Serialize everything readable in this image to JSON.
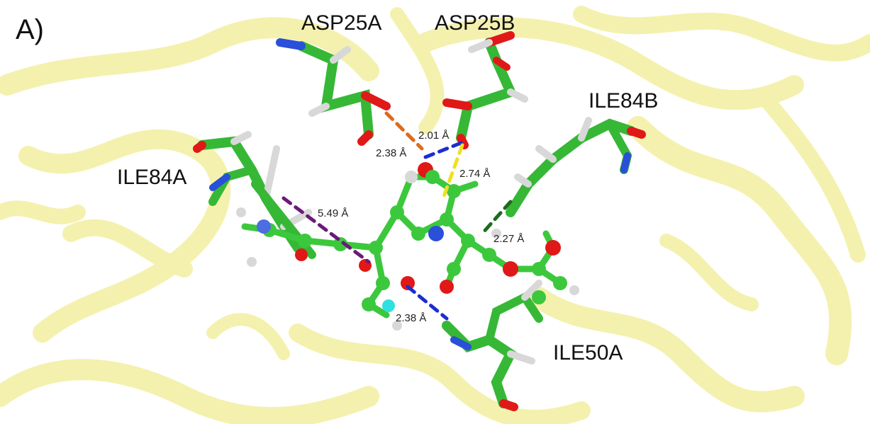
{
  "panel_label": "A)",
  "residues": {
    "asp25a": "ASP25A",
    "asp25b": "ASP25B",
    "ile84a": "ILE84A",
    "ile84b": "ILE84B",
    "ile50a": "ILE50A"
  },
  "distances": {
    "d_201": "2.01 Å",
    "d_238_top": "2.38 Å",
    "d_274": "2.74 Å",
    "d_549": "5.49 Å",
    "d_227": "2.27 Å",
    "d_238_bottom": "2.38 Å"
  },
  "colors": {
    "ribbon": "#f5f2a0",
    "carbon": "#3cc83c",
    "oxygen": "#e01818",
    "nitrogen": "#2a4fd8",
    "hydrogen": "#d8d8d8",
    "fluorine": "#30e0e0",
    "hbond_blue": "#1a2ed0",
    "hbond_orange": "#e06a1a",
    "hbond_yellow": "#f0e020",
    "hbond_purple": "#6a1a78",
    "hbond_green": "#1e6a1e"
  }
}
